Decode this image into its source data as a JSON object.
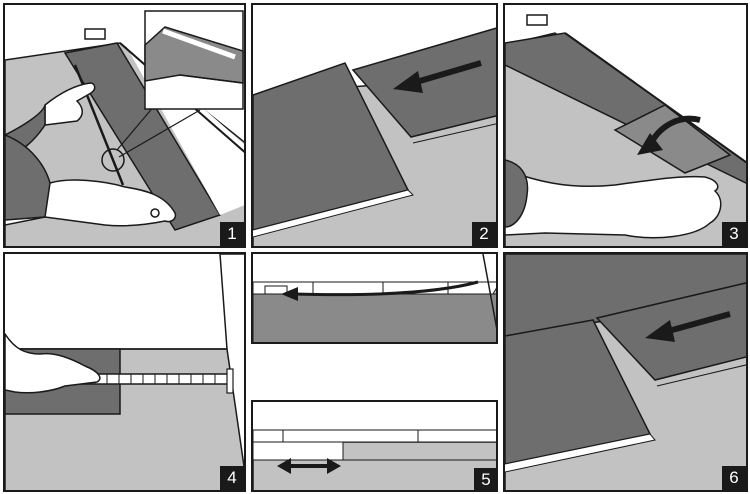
{
  "steps": [
    {
      "number": "1",
      "icons": [
        "hand-icon",
        "pencil-icon",
        "magnifier-callout-icon"
      ]
    },
    {
      "number": "2",
      "icons": [
        "arrow-left-icon"
      ]
    },
    {
      "number": "3",
      "icons": [
        "curved-arrow-icon",
        "hand-icon"
      ]
    },
    {
      "number": "4",
      "icons": [
        "tape-measure-icon",
        "hand-icon"
      ]
    },
    {
      "number": "5",
      "icons": [
        "curved-arrow-icon",
        "double-arrow-icon"
      ]
    },
    {
      "number": "6",
      "icons": [
        "arrow-left-icon"
      ]
    }
  ],
  "colors": {
    "outline": "#1a1a1a",
    "floor": "#c2c2c2",
    "plank": "#6e6e6e",
    "plank_light": "#8a8a8a",
    "wall": "#ffffff"
  }
}
